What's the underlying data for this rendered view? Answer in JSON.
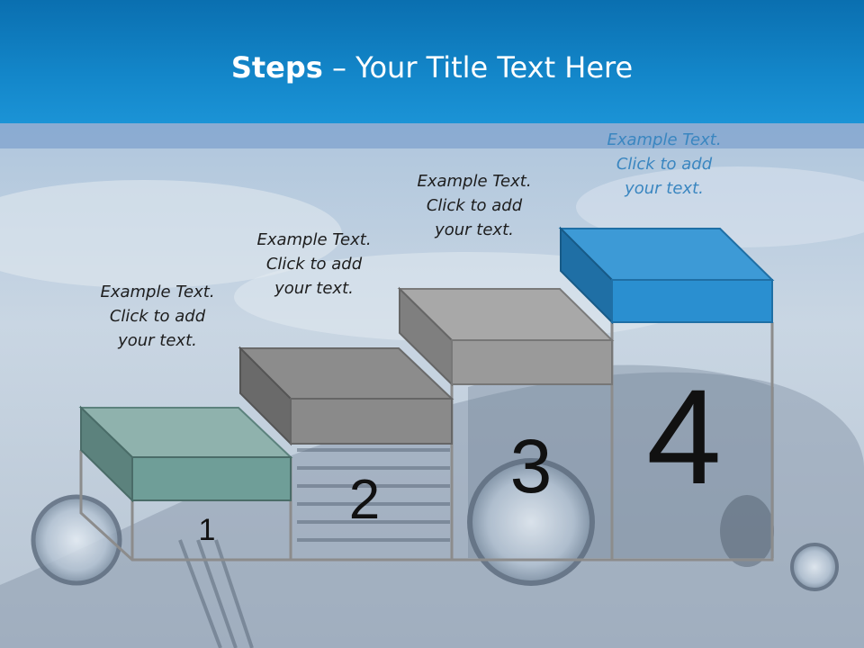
{
  "slide": {
    "title_bold": "Steps",
    "title_rest": " – Your Title Text Here"
  },
  "steps": [
    {
      "number": "1",
      "text_lines": [
        "Example Text.",
        "Click  to add",
        "your text."
      ],
      "color": "#6f9e98"
    },
    {
      "number": "2",
      "text_lines": [
        "Example Text.",
        "Click  to add",
        "your text."
      ],
      "color": "#8a8a8a"
    },
    {
      "number": "3",
      "text_lines": [
        "Example Text.",
        "Click  to add",
        "your text."
      ],
      "color": "#9a9a9a"
    },
    {
      "number": "4",
      "text_lines": [
        "Example Text.",
        "Click  to add",
        "your text."
      ],
      "color": "#2a8fd0"
    }
  ],
  "colors": {
    "header_blue": "#1386c9",
    "sky": "#b8cce0",
    "accent_text_blue": "#3a86c0"
  }
}
